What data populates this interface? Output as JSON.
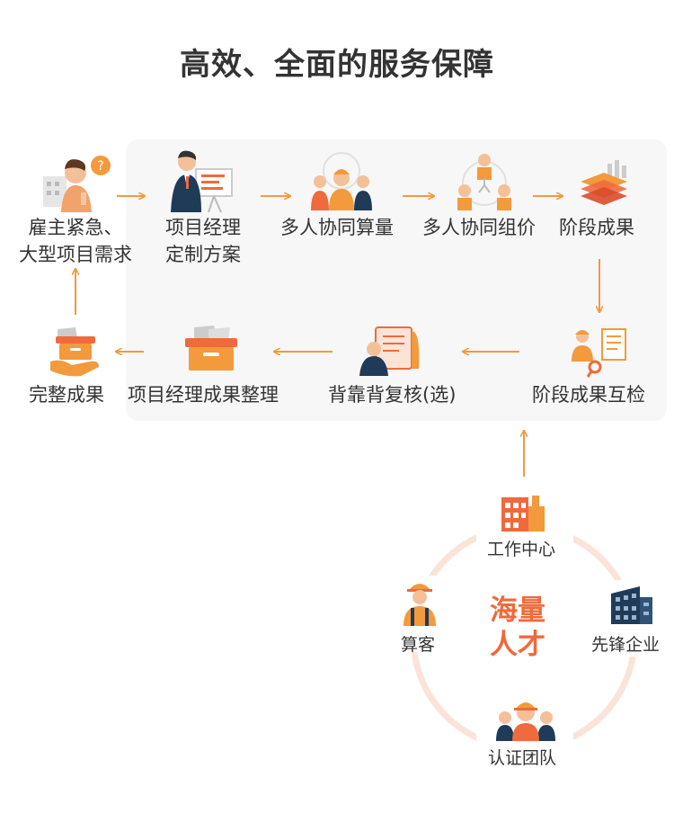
{
  "title": "高效、全面的服务保障",
  "flow": {
    "steps": [
      {
        "line1": "雇主紧急、",
        "line2": "大型项目需求"
      },
      {
        "line1": "项目经理",
        "line2": "定制方案"
      },
      {
        "line1": "多人协同算量"
      },
      {
        "line1": "多人协同组价"
      },
      {
        "line1": "阶段成果"
      },
      {
        "line1": "阶段成果互检"
      },
      {
        "line1": "背靠背复核(选)"
      },
      {
        "line1": "项目经理成果整理"
      },
      {
        "line1": "完整成果"
      }
    ]
  },
  "talent": {
    "center_line1": "海量",
    "center_line2": "人才",
    "nodes": [
      "工作中心",
      "先锋企业",
      "认证团队",
      "算客"
    ]
  },
  "colors": {
    "accent": "#f29a3c",
    "accent_red": "#ef6a3c",
    "panel": "#f7f7f7",
    "ring": "#fbe3d8"
  }
}
